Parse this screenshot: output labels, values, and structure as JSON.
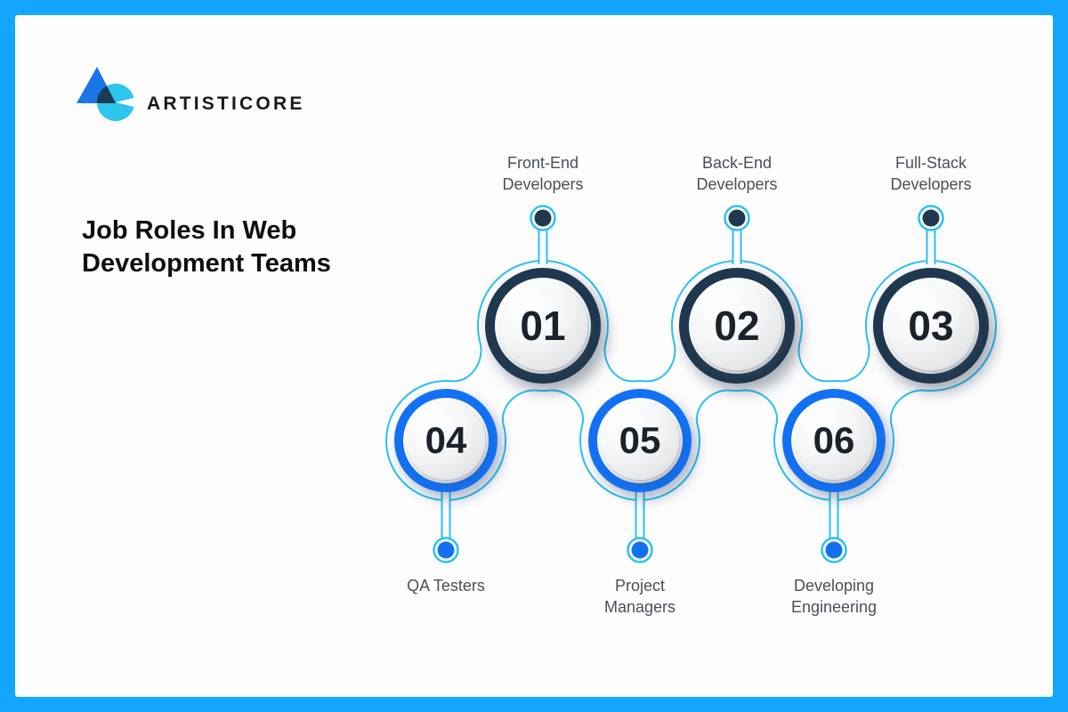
{
  "brand": {
    "logo_text": "ARTISTICORE"
  },
  "title": "Job Roles In Web Development Teams",
  "diagram": {
    "nodes": [
      {
        "id": "01",
        "label": "Front-End Developers",
        "row": "top"
      },
      {
        "id": "02",
        "label": "Back-End Developers",
        "row": "top"
      },
      {
        "id": "03",
        "label": "Full-Stack Developers",
        "row": "top"
      },
      {
        "id": "04",
        "label": "QA Testers",
        "row": "bottom"
      },
      {
        "id": "05",
        "label": "Project Managers",
        "row": "bottom"
      },
      {
        "id": "06",
        "label": "Developing Engineering",
        "row": "bottom"
      }
    ]
  },
  "colors": {
    "frame": "#14a6ff",
    "accent_cyan": "#2bc0f4",
    "navy": "#20384f",
    "blue": "#1271f2",
    "number": "#1a222c",
    "label": "#4a5058",
    "title": "#0d0e10"
  }
}
